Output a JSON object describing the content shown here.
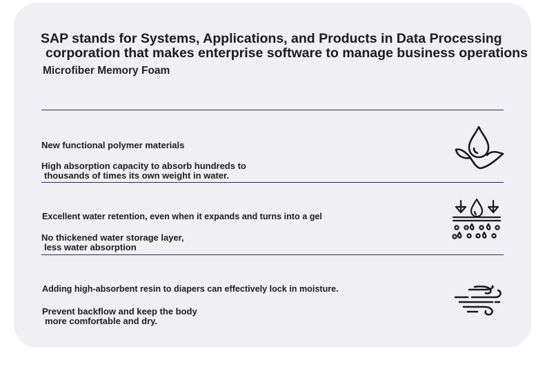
{
  "header": {
    "title_line1": "SAP stands for Systems, Applications, and Products in Data Processing",
    "title_line2": "corporation that makes enterprise software to manage business operations",
    "subtitle": "Microfiber Memory Foam"
  },
  "features": [
    {
      "title": "New functional polymer materials",
      "desc_line1": "High absorption capacity to absorb hundreds to",
      "desc_line2": "thousands of times its own weight in water.",
      "icon": "water-drop-icon"
    },
    {
      "title": "Excellent water retention, even when it expands and turns into a gel",
      "desc_line1": "No thickened water storage layer,",
      "desc_line2": "less water absorption",
      "icon": "absorption-layer-icon"
    },
    {
      "title": "Adding high-absorbent resin to diapers can effectively lock in moisture.",
      "desc_line1": "Prevent backflow and keep the body",
      "desc_line2": "more comfortable and dry.",
      "icon": "airflow-icon"
    }
  ],
  "colors": {
    "card_background": "#efeff4",
    "divider": "#2a2d4a",
    "text": "#1e1e1e"
  }
}
